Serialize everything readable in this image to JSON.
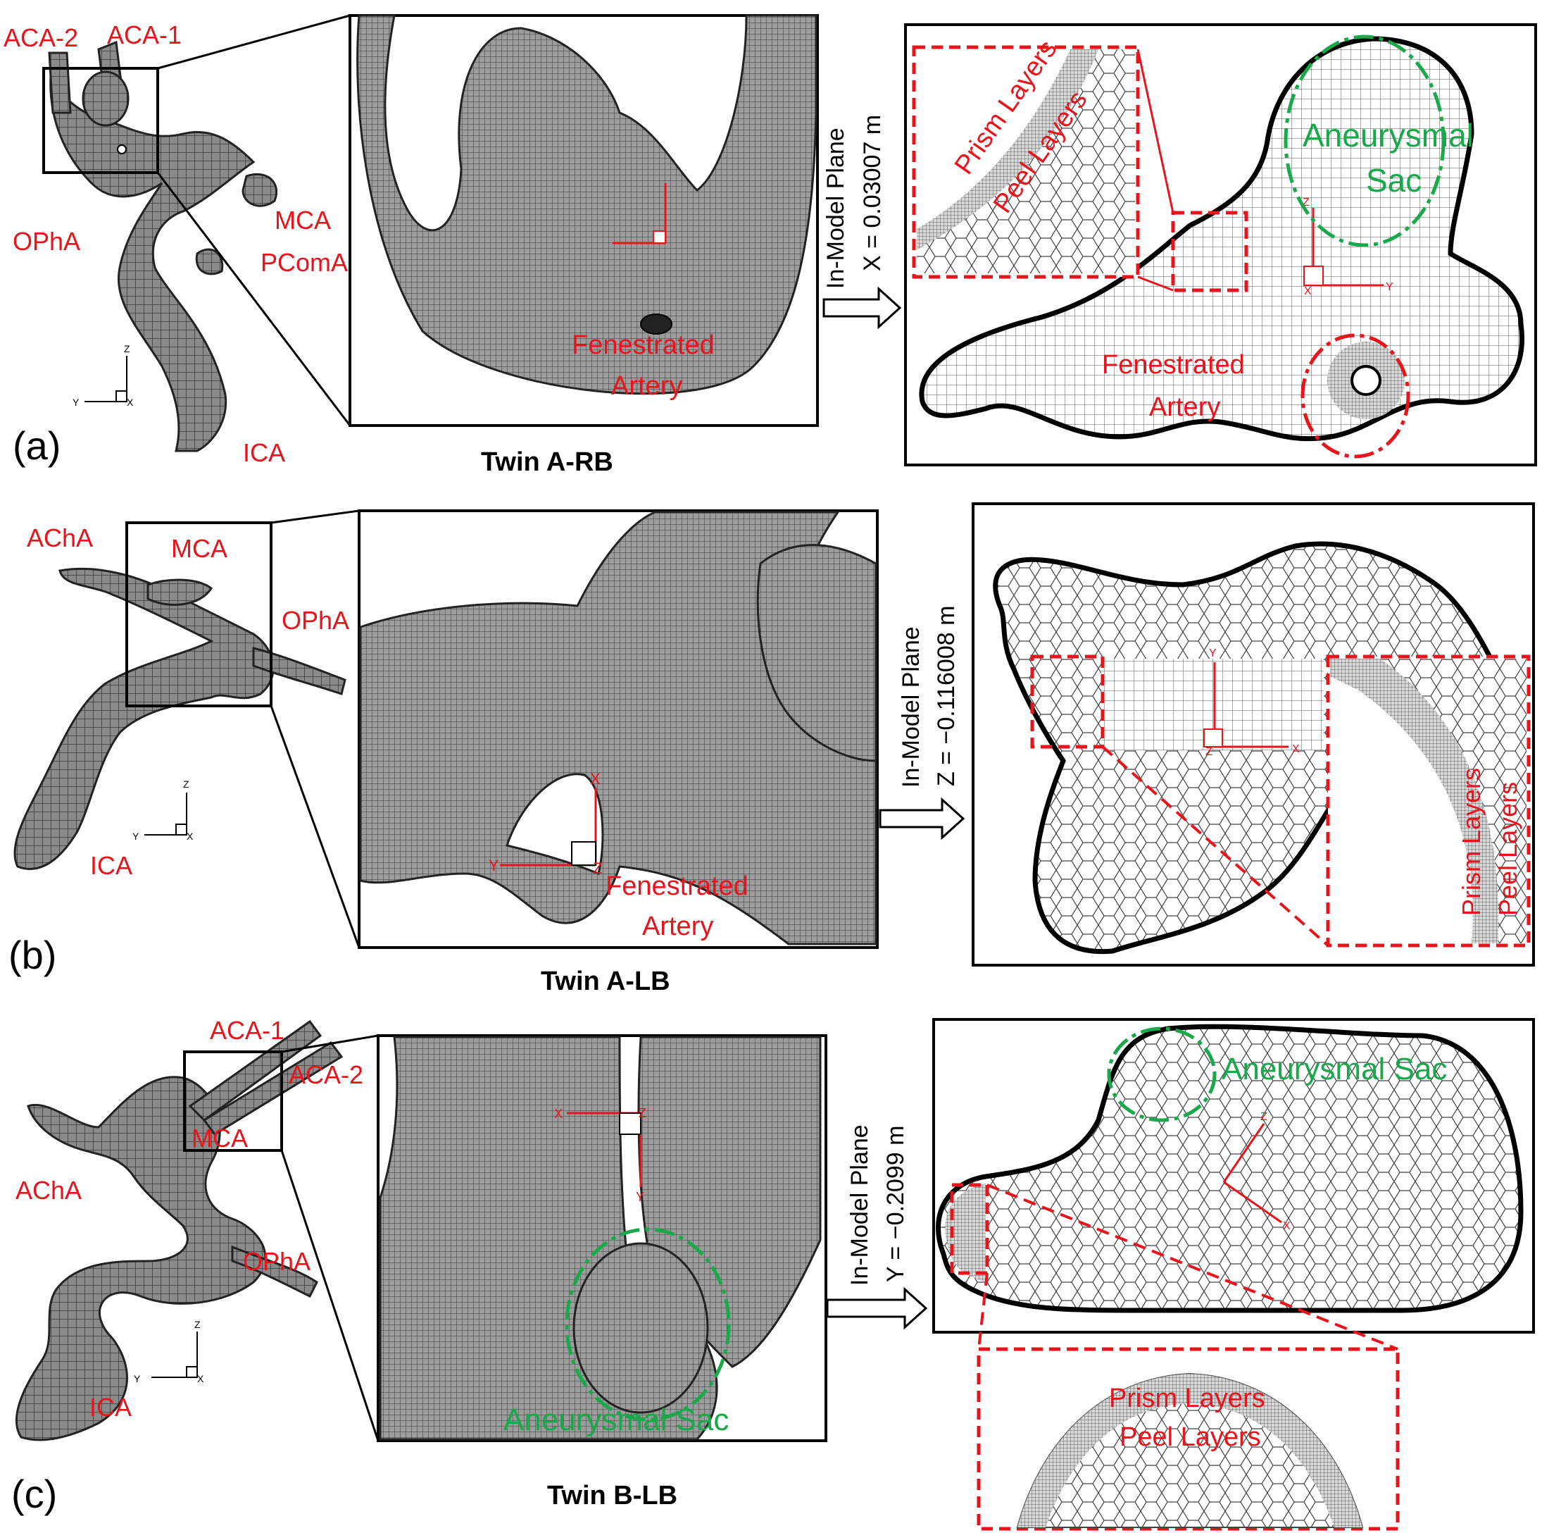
{
  "colors": {
    "annotation_red": "#e8141b",
    "annotation_green": "#19a84a",
    "mesh_dark": "#3a3a3a",
    "frame": "#000000"
  },
  "panels": [
    {
      "id": "a",
      "panel_label": "(a)",
      "caption": "Twin A-RB",
      "vessel_labels": [
        "ACA-2",
        "ACA-1",
        "OPhA",
        "MCA",
        "PComA",
        "ICA"
      ],
      "zoom_labels": [
        "Fenestrated",
        "Artery"
      ],
      "plane_title": "In-Model Plane",
      "plane_value": "X = 0.03007 m",
      "inset_labels": [
        "Prism Layers",
        "Peel Layers"
      ],
      "slice_labels": {
        "sac": [
          "Aneurysmal",
          "Sac"
        ],
        "artery": [
          "Fenestrated",
          "Artery"
        ]
      },
      "axes": {
        "vertical": "Z",
        "horizontal": "Y",
        "normal": "X"
      }
    },
    {
      "id": "b",
      "panel_label": "(b)",
      "caption": "Twin A-LB",
      "vessel_labels": [
        "AChA",
        "MCA",
        "OPhA",
        "ICA"
      ],
      "zoom_labels": [
        "Fenestrated",
        "Artery"
      ],
      "plane_title": "In-Model Plane",
      "plane_value": "Z = −0.116008 m",
      "inset_labels": [
        "Prism Layers",
        "Peel Layers"
      ],
      "axes": {
        "vertical": "Z",
        "horizontal": "Y",
        "normal": "X",
        "zoom_vertical": "X",
        "zoom_horizontal": "Y",
        "zoom_normal": "Z",
        "slice_vertical": "Y",
        "slice_horizontal": "X",
        "slice_normal": "Z"
      }
    },
    {
      "id": "c",
      "panel_label": "(c)",
      "caption": "Twin B-LB",
      "vessel_labels": [
        "ACA-1",
        "ACA-2",
        "MCA",
        "AChA",
        "OPhA",
        "ICA"
      ],
      "zoom_labels": [
        "Aneurysmal Sac"
      ],
      "plane_title": "In-Model Plane",
      "plane_value": "Y = −0.2099 m",
      "slice_labels": {
        "sac": "Aneurysmal Sac"
      },
      "inset_labels": [
        "Prism Layers",
        "Peel Layers"
      ],
      "axes": {
        "vertical": "Z",
        "horizontal": "Y",
        "normal": "X",
        "zoom_horizontal": "X",
        "zoom_vertical": "Y",
        "zoom_normal": "Z",
        "slice_a": "Z",
        "slice_b": "X"
      }
    }
  ]
}
